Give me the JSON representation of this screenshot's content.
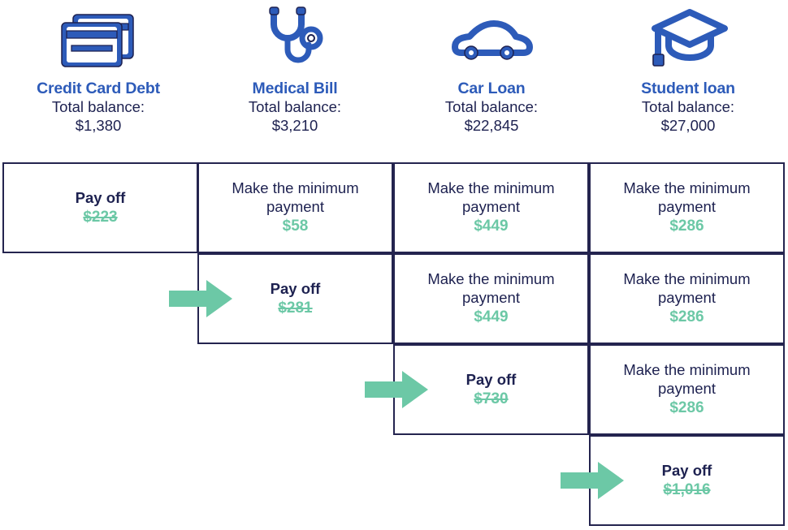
{
  "debts": [
    {
      "icon": "credit-card-icon",
      "name": "Credit Card Debt",
      "balance_label": "Total balance:",
      "balance": "$1,380"
    },
    {
      "icon": "stethoscope-icon",
      "name": "Medical Bill",
      "balance_label": "Total balance:",
      "balance": "$3,210"
    },
    {
      "icon": "car-icon",
      "name": "Car Loan",
      "balance_label": "Total balance:",
      "balance": "$22,845"
    },
    {
      "icon": "graduation-cap-icon",
      "name": "Student loan",
      "balance_label": "Total balance:",
      "balance": "$27,000"
    }
  ],
  "rows": [
    {
      "cells": [
        {
          "action": "Pay off",
          "amount": "$223",
          "type": "payoff",
          "struck": true
        },
        {
          "action": "Make the minimum payment",
          "amount": "$58",
          "type": "minimum",
          "struck": false
        },
        {
          "action": "Make the minimum payment",
          "amount": "$449",
          "type": "minimum",
          "struck": false
        },
        {
          "action": "Make the minimum payment",
          "amount": "$286",
          "type": "minimum",
          "struck": false
        }
      ]
    },
    {
      "cells": [
        {
          "action": "Pay off",
          "amount": "$281",
          "type": "payoff",
          "struck": true
        },
        {
          "action": "Make the minimum payment",
          "amount": "$449",
          "type": "minimum",
          "struck": false
        },
        {
          "action": "Make the minimum payment",
          "amount": "$286",
          "type": "minimum",
          "struck": false
        }
      ]
    },
    {
      "cells": [
        {
          "action": "Pay off",
          "amount": "$730",
          "type": "payoff",
          "struck": true
        },
        {
          "action": "Make the minimum payment",
          "amount": "$286",
          "type": "minimum",
          "struck": false
        }
      ]
    },
    {
      "cells": [
        {
          "action": "Pay off",
          "amount": "$1,016",
          "type": "payoff",
          "struck": true
        }
      ]
    }
  ],
  "arrows": [
    {
      "name": "arrow-row-2",
      "points_to": "Pay off $281"
    },
    {
      "name": "arrow-row-3",
      "points_to": "Pay off $730"
    },
    {
      "name": "arrow-row-4",
      "points_to": "Pay off $1,016"
    }
  ],
  "colors": {
    "title_blue": "#2d5bb9",
    "text_navy": "#1d2150",
    "border_navy": "#24244f",
    "accent_green": "#6cc8a6",
    "icon_blue": "#2d5bb9",
    "icon_outline": "#1d2150",
    "background": "#ffffff"
  }
}
